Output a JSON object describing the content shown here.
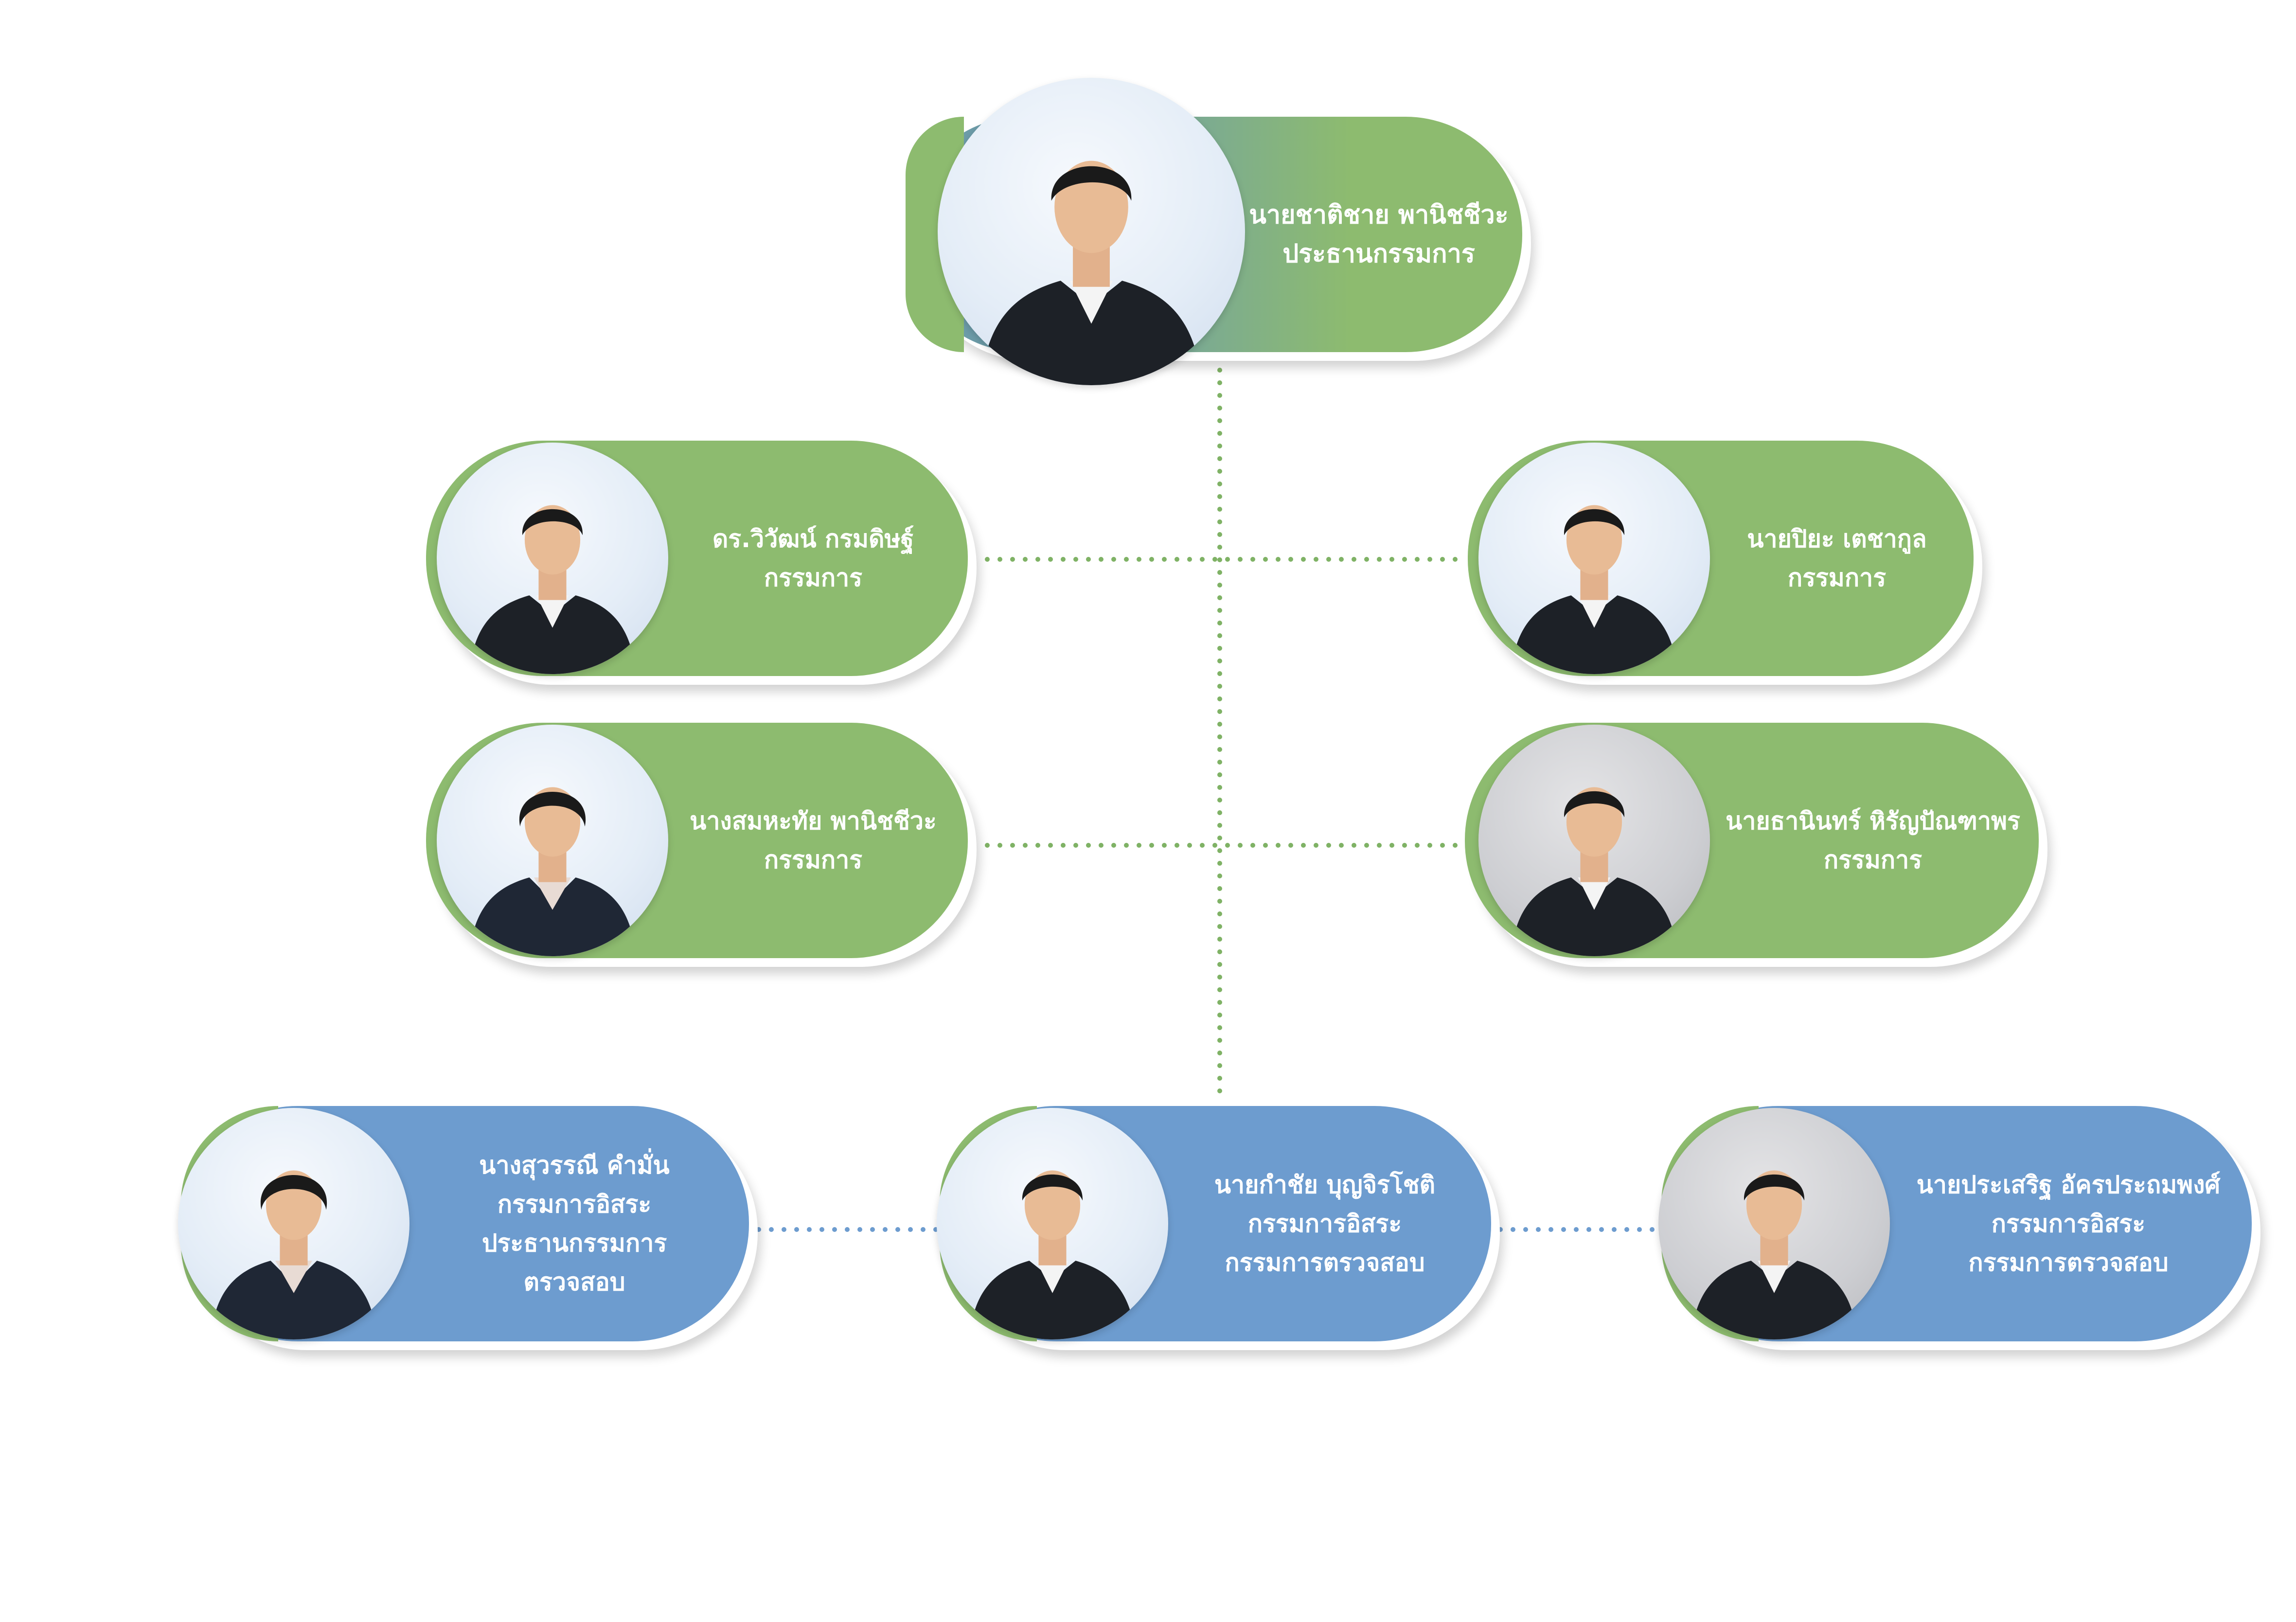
{
  "colors": {
    "board_green": "#8dbb6f",
    "audit_blue": "#6d9ccf",
    "board_connector": "#7fb265",
    "audit_connector": "#6d9ccf"
  },
  "chairman": {
    "name": "นายชาติชาย พานิชชีวะ",
    "role": "ประธานกรรมการ"
  },
  "board": [
    {
      "name": "ดร.วิวัฒน์ กรมดิษฐ์",
      "role": "กรรมการ"
    },
    {
      "name": "นายปิยะ เตชากูล",
      "role": "กรรมการ"
    },
    {
      "name": "นางสมหะทัย พานิชชีวะ",
      "role": "กรรมการ"
    },
    {
      "name": "นายธานินทร์ หิรัญปัณฑาพร",
      "role": "กรรมการ"
    }
  ],
  "audit": [
    {
      "name": "นางสุวรรณี คำมั่น",
      "role": "กรรมการอิสระ",
      "role2": "ประธานกรรมการ",
      "role3": "ตรวจสอบ"
    },
    {
      "name": "นายกำชัย บุญจิรโชติ",
      "role": "กรรมการอิสระ",
      "role2": "กรรมการตรวจสอบ"
    },
    {
      "name": "นายประเสริฐ อัครประถมพงศ์",
      "role": "กรรมการอิสระ",
      "role2": "กรรมการตรวจสอบ"
    }
  ]
}
